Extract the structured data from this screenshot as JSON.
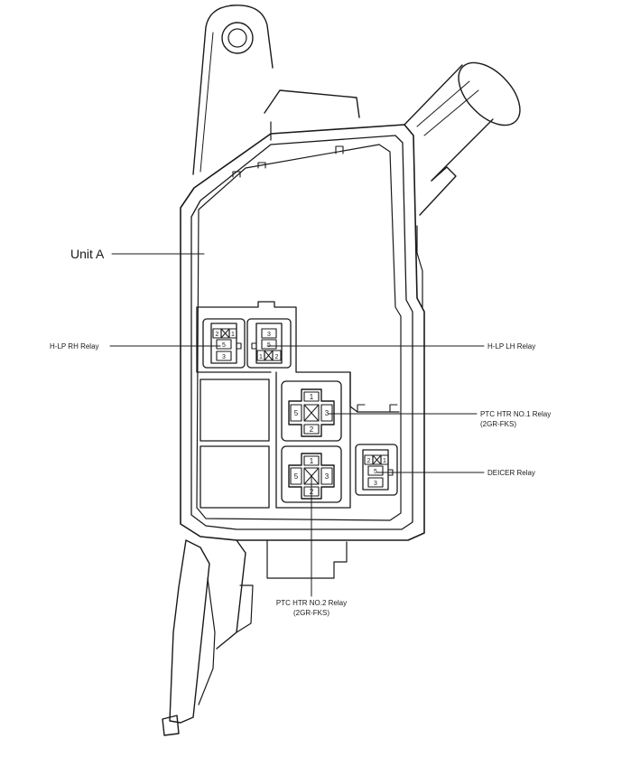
{
  "labels": {
    "unit_a": "Unit A",
    "hlp_rh": "H-LP RH Relay",
    "hlp_lh": "H-LP LH Relay",
    "ptc1_line1": "PTC HTR NO.1 Relay",
    "ptc1_line2": "(2GR-FKS)",
    "deicer": "DEICER Relay",
    "ptc2_line1": "PTC HTR NO.2 Relay",
    "ptc2_line2": "(2GR-FKS)"
  },
  "pins": {
    "p1": "1",
    "p2": "2",
    "p3": "3",
    "p5": "5"
  },
  "colors": {
    "line": "#1a1a1a",
    "background": "#ffffff"
  }
}
